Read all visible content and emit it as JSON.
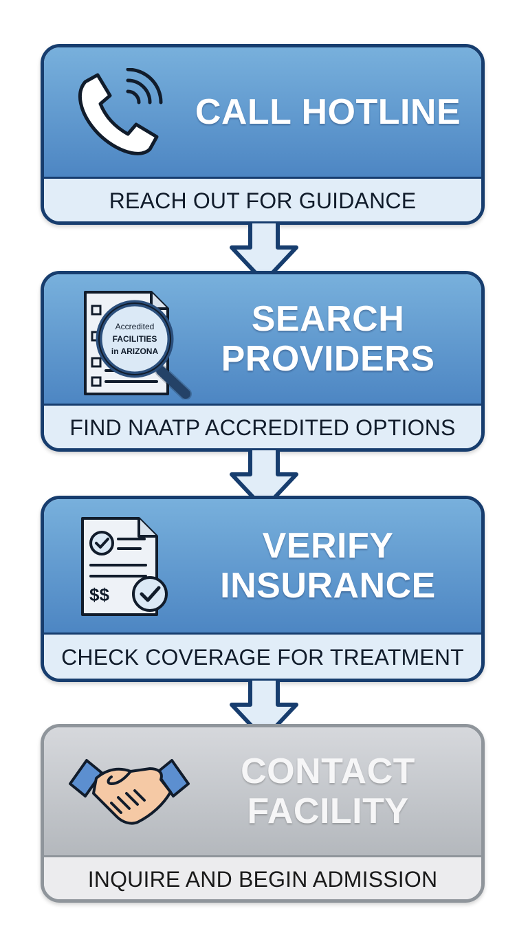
{
  "steps": [
    {
      "title": "CALL HOTLINE",
      "subtitle": "REACH OUT FOR GUIDANCE",
      "icon": "phone-icon"
    },
    {
      "title_lines": [
        "SEARCH",
        "PROVIDERS"
      ],
      "subtitle": "FIND NAATP ACCREDITED OPTIONS",
      "icon": "search-document-icon",
      "icon_text": [
        "Accredited",
        "FACILITIES",
        "in ARIZONA"
      ]
    },
    {
      "title_lines": [
        "VERIFY",
        "INSURANCE"
      ],
      "subtitle": "CHECK COVERAGE FOR TREATMENT",
      "icon": "insurance-document-icon",
      "icon_text": [
        "$$"
      ]
    },
    {
      "title_lines": [
        "CONTACT",
        "FACILITY"
      ],
      "subtitle": "INQUIRE AND BEGIN ADMISSION",
      "icon": "handshake-icon"
    }
  ],
  "colors": {
    "navy": "#173d6e",
    "blue_top": "#78b0dc",
    "blue_bottom": "#4d86c3",
    "panel_light": "#e1edf8",
    "grey_border": "#8f959b",
    "grey_panel": "#ececee",
    "skin": "#f5c9a5",
    "sleeve": "#5c8fd0"
  }
}
